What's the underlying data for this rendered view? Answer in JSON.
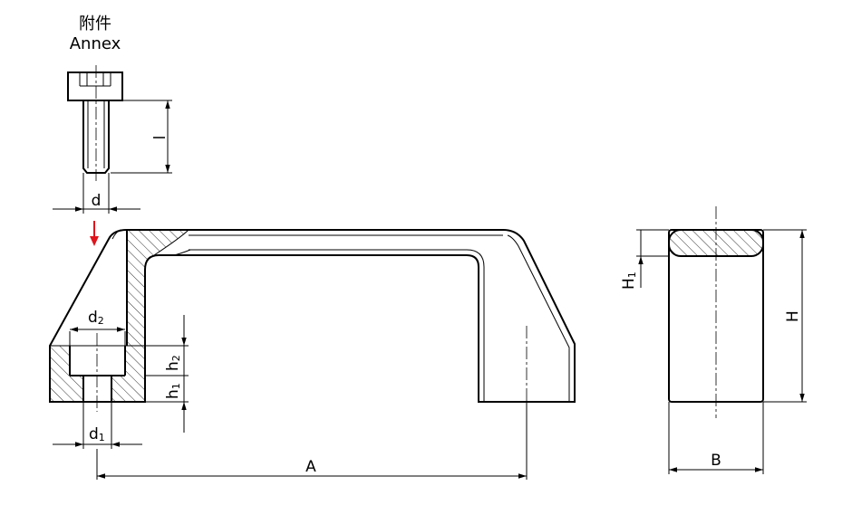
{
  "annex": {
    "title_cn": "附件",
    "title_en": "Annex",
    "dim_l": "l",
    "dim_d": "d"
  },
  "front_view": {
    "dim_d2": {
      "main": "d",
      "sub": "2"
    },
    "dim_d1": {
      "main": "d",
      "sub": "1"
    },
    "dim_h2": {
      "main": "h",
      "sub": "2"
    },
    "dim_h1": {
      "main": "h",
      "sub": "1"
    },
    "dim_A": "A"
  },
  "side_view": {
    "dim_H1": {
      "main": "H",
      "sub": "1"
    },
    "dim_H": "H",
    "dim_B": "B"
  },
  "colors": {
    "line": "#000000",
    "marker": "#e0141c",
    "background": "#ffffff"
  }
}
